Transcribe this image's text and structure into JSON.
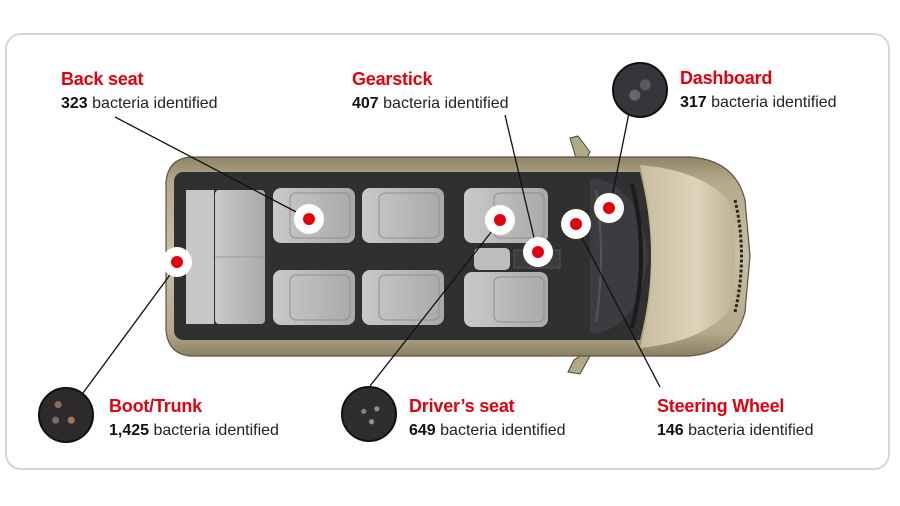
{
  "infographic": {
    "subject": "Car interior bacteria hotspots",
    "unit_text": "bacteria identified",
    "accent_color": "#e3000f",
    "car_color": "#b7ab8f",
    "locations": [
      {
        "id": "back-seat",
        "name": "Back seat",
        "count": "323",
        "count_value": 323,
        "has_dish": false
      },
      {
        "id": "gearstick",
        "name": "Gearstick",
        "count": "407",
        "count_value": 407,
        "has_dish": false
      },
      {
        "id": "dashboard",
        "name": "Dashboard",
        "count": "317",
        "count_value": 317,
        "has_dish": true
      },
      {
        "id": "boot-trunk",
        "name": "Boot/Trunk",
        "count": "1,425",
        "count_value": 1425,
        "has_dish": true
      },
      {
        "id": "drivers-seat",
        "name": "Driver’s seat",
        "count": "649",
        "count_value": 649,
        "has_dish": true
      },
      {
        "id": "steering-wheel",
        "name": "Steering Wheel",
        "count": "146",
        "count_value": 146,
        "has_dish": false
      }
    ]
  }
}
